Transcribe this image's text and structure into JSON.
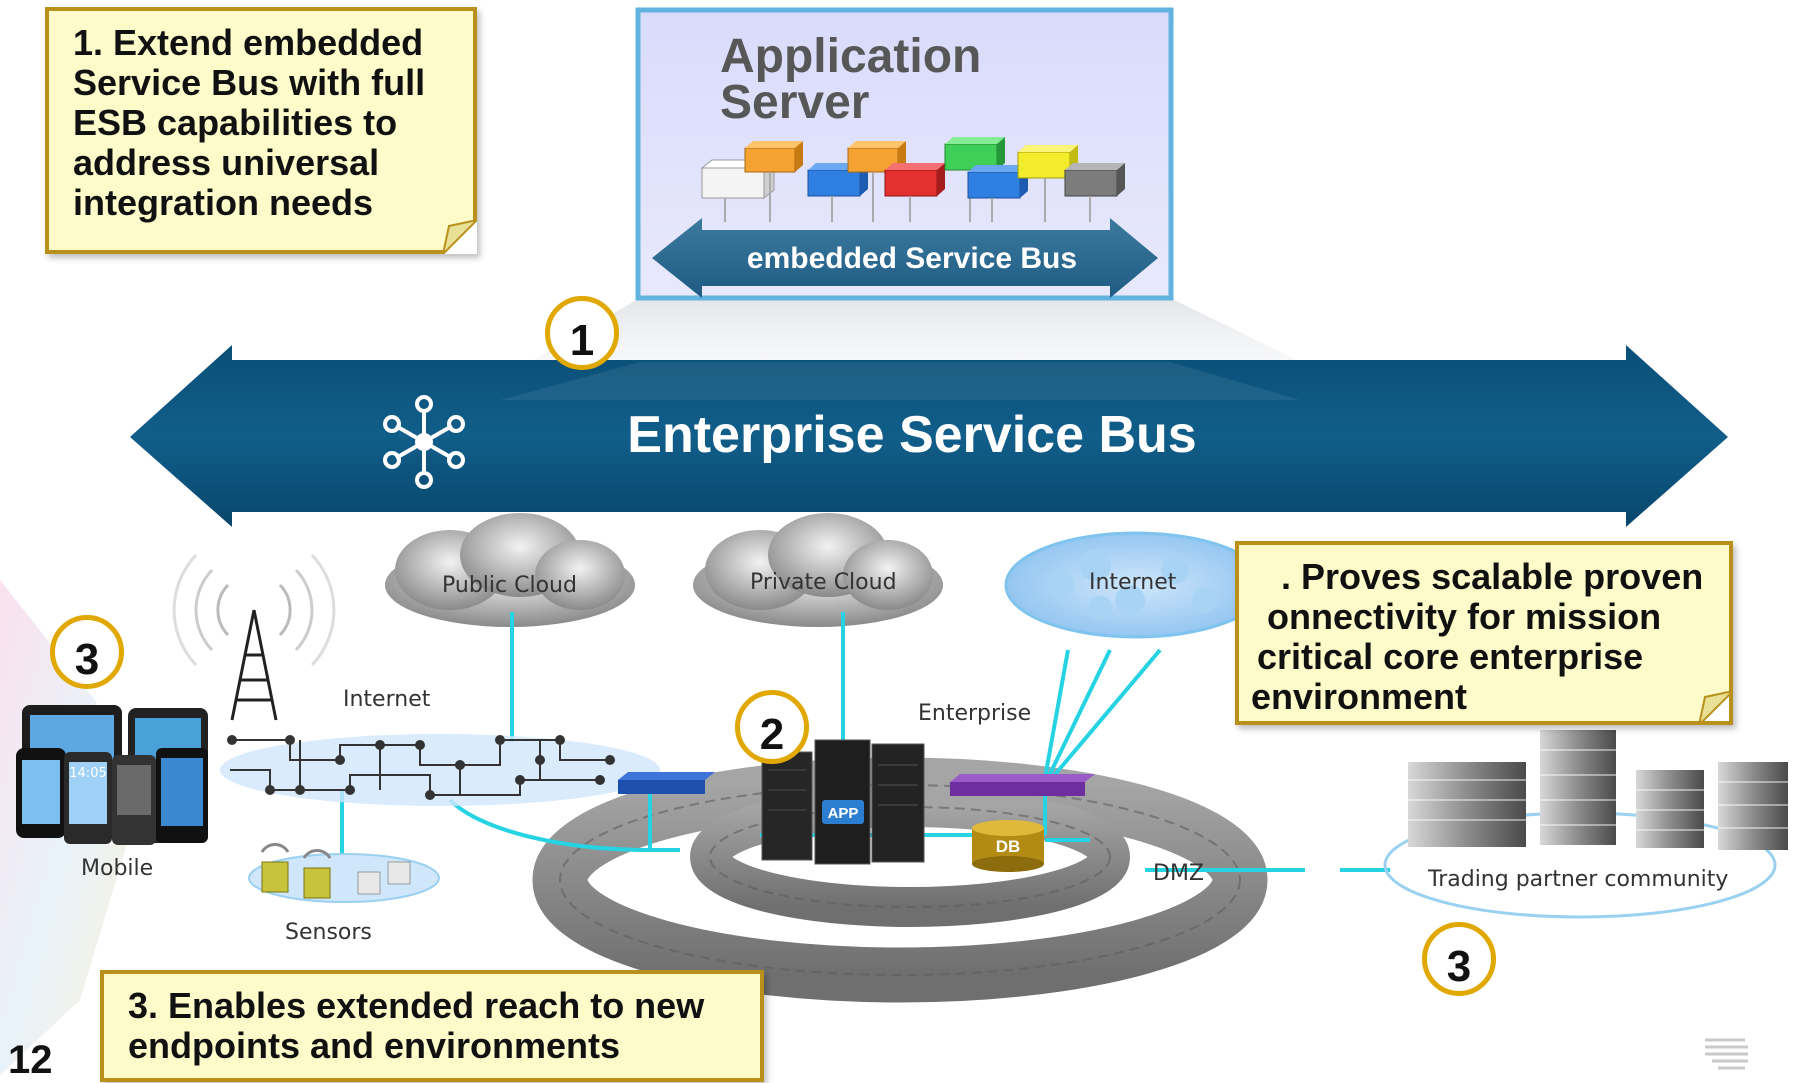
{
  "notes": {
    "note1": [
      "1. Extend embedded",
      "Service Bus with full",
      "ESB capabilities to",
      "address universal",
      "integration needs"
    ],
    "note2": [
      ". Proves scalable proven",
      "onnectivity for mission",
      "critical core enterprise",
      "environment"
    ],
    "note3": [
      "3. Enables extended reach to new",
      "endpoints and environments"
    ]
  },
  "app_server": {
    "title_line1": "Application",
    "title_line2": "Server",
    "bus_label": "embedded Service Bus"
  },
  "esb": {
    "label": "Enterprise Service Bus"
  },
  "badges": {
    "b1": "1",
    "b2": "2",
    "b3_mobile": "3",
    "b3_partner": "3"
  },
  "labels": {
    "public_cloud": "Public Cloud",
    "private_cloud": "Private Cloud",
    "internet_cloud": "Internet",
    "internet": "Internet",
    "enterprise": "Enterprise",
    "mobile": "Mobile",
    "sensors": "Sensors",
    "dmz": "DMZ",
    "trading": "Trading partner community",
    "app": "APP",
    "db": "DB",
    "clock": "14:05"
  },
  "slide_number": "12",
  "colors": {
    "esb": "#0c5a82",
    "note_bg": "#fdfbc9",
    "note_border": "#b8901a",
    "badge": "#e0a800",
    "link": "#26d3e3"
  },
  "icons": {
    "hub": "hub-network-icon",
    "tower": "radio-tower-icon",
    "logo": "ibm-logo-icon"
  }
}
